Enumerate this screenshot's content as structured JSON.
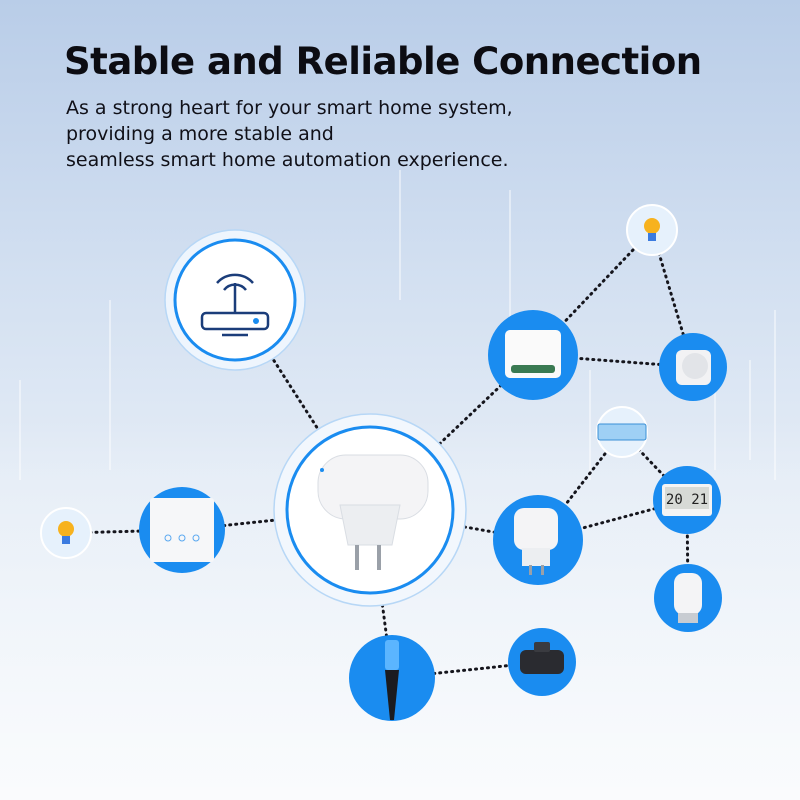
{
  "headline": "Stable and Reliable Connection",
  "subtitle": [
    "As a strong heart for your smart home system,",
    "providing a more stable and",
    "seamless smart home automation experience."
  ],
  "colors": {
    "accent": "#1a8cf0",
    "node_light": "#e3f0fc",
    "ring": "#8fc3f5",
    "text": "#0c0c12"
  },
  "devices": [
    "router-icon",
    "zigbee-hub",
    "switch-module",
    "light-bulb",
    "motion-sensor",
    "air-conditioner",
    "smart-plug",
    "thermo-hygrometer",
    "radiator-valve",
    "soil-sensor",
    "water-valve",
    "touch-wall-switch",
    "light-bulb"
  ]
}
